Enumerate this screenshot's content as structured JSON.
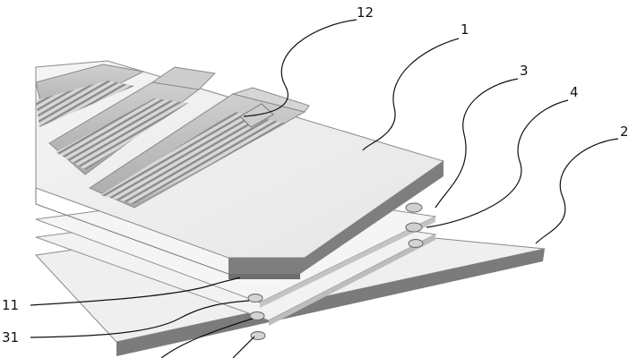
{
  "diagram": {
    "labels": {
      "l12": "12",
      "l1": "1",
      "l3": "3",
      "l4": "4",
      "l2": "2",
      "l11": "11",
      "l31": "31"
    }
  }
}
